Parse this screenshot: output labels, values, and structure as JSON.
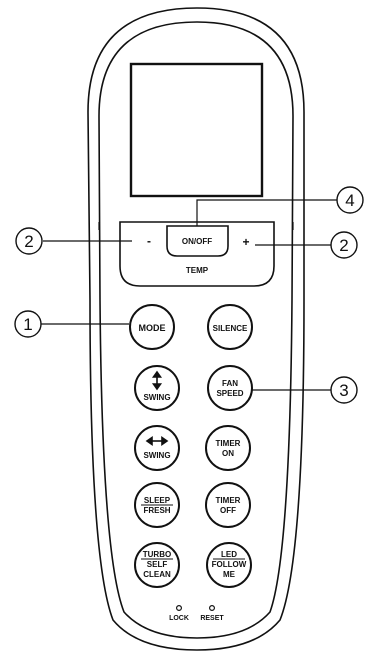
{
  "callouts": [
    "4",
    "2",
    "2",
    "1",
    "3"
  ],
  "buttons": {
    "onoff": "ON/OFF",
    "minus": "-",
    "plus": "+",
    "temp": "TEMP",
    "mode": "MODE",
    "silence": "SILENCE",
    "swing_v": "SWING",
    "fan_line1": "FAN",
    "fan_line2": "SPEED",
    "swing_h": "SWING",
    "timer_on_line1": "TIMER",
    "timer_on_line2": "ON",
    "sleep_line1": "SLEEP",
    "sleep_line2": "FRESH",
    "timer_off_line1": "TIMER",
    "timer_off_line2": "OFF",
    "turbo_line1": "TURBO",
    "turbo_line2": "SELF",
    "turbo_line3": "CLEAN",
    "led_line1": "LED",
    "led_line2": "FOLLOW",
    "led_line3": "ME"
  },
  "pinholes": {
    "lock": "LOCK",
    "reset": "RESET"
  },
  "icons": {
    "swing_vertical": "up-down-arrow-icon",
    "swing_horizontal": "left-right-arrow-icon"
  }
}
